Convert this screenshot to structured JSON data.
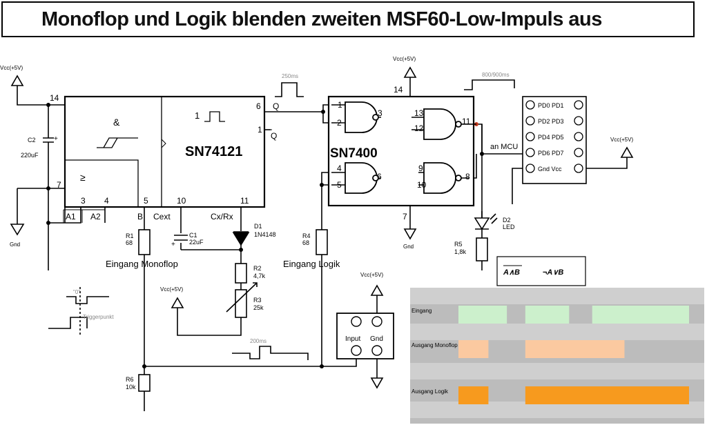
{
  "title": "Monoflop und Logik blenden zweiten MSF60-Low-Impuls aus",
  "power": {
    "vcc": "Vcc(+5V)",
    "gnd": "Gnd"
  },
  "ic1": {
    "name": "SN74121",
    "and_symbol": "&",
    "ge_symbol": "≥",
    "pulse_label": "1",
    "pins": {
      "p14": "14",
      "p7": "7",
      "p3": "3",
      "p4": "4",
      "p5": "5",
      "p10": "10",
      "p11": "11",
      "p6": "6",
      "p1": "1"
    },
    "labels": {
      "a1": "A1",
      "a2": "A2",
      "b": "B",
      "cext": "Cext",
      "cxrx": "Cx/Rx",
      "q": "Q",
      "qbar": "Q"
    }
  },
  "ic2": {
    "name": "SN7400",
    "pins": {
      "p1": "1",
      "p2": "2",
      "p3": "3",
      "p4": "4",
      "p5": "5",
      "p6": "6",
      "p8": "8",
      "p9": "9",
      "p10": "10",
      "p11": "11",
      "p12": "12",
      "p13": "13",
      "p14": "14",
      "p7": "7"
    }
  },
  "components": {
    "c2": {
      "name": "C2",
      "value": "220uF"
    },
    "c1": {
      "name": "C1",
      "value": "22uF"
    },
    "d1": {
      "name": "D1",
      "value": "1N4148"
    },
    "r1": {
      "name": "R1",
      "value": "68"
    },
    "r2": {
      "name": "R2",
      "value": "4,7k"
    },
    "r3": {
      "name": "R3",
      "value": "25k"
    },
    "r4": {
      "name": "R4",
      "value": "68"
    },
    "r5": {
      "name": "R5",
      "value": "1,8k"
    },
    "r6": {
      "name": "R6",
      "value": "10k"
    },
    "d2": {
      "name": "D2",
      "value": "LED"
    }
  },
  "labels": {
    "eingang_monoflop": "Eingang Monoflop",
    "eingang_logik": "Eingang Logik",
    "an_mcu": "an MCU",
    "pulse_250": "250ms",
    "pulse_800": "800/900ms",
    "pulse_200": "200ms",
    "trigger_hi": "\"0\"",
    "trigger_point": "Triggerpunkt",
    "sensor_input": "Input",
    "sensor_gnd": "Gnd"
  },
  "connector": {
    "rows": [
      {
        "left": "PD0",
        "right": "PD1"
      },
      {
        "left": "PD2",
        "right": "PD3"
      },
      {
        "left": "PD4",
        "right": "PD5"
      },
      {
        "left": "PD6",
        "right": "PD7"
      },
      {
        "left": "Gnd",
        "right": "Vcc"
      }
    ]
  },
  "formula": {
    "left": "A∧B",
    "right": "¬A∨B"
  },
  "timing": {
    "background": "#bcbcbc",
    "rows": [
      {
        "label": "Eingang",
        "color": "#ccf0cc",
        "highs": [
          [
            0.0,
            0.21
          ],
          [
            0.29,
            0.48
          ],
          [
            0.58,
            1.0
          ]
        ]
      },
      {
        "label": "Ausgang Monoflop",
        "color": "#fbc9a0",
        "highs": [
          [
            0.0,
            0.13
          ],
          [
            0.29,
            0.72
          ]
        ]
      },
      {
        "label": "Ausgang Logik",
        "color": "#f79a1e",
        "highs": [
          [
            0.0,
            0.13
          ],
          [
            0.29,
            1.0
          ]
        ]
      }
    ]
  }
}
